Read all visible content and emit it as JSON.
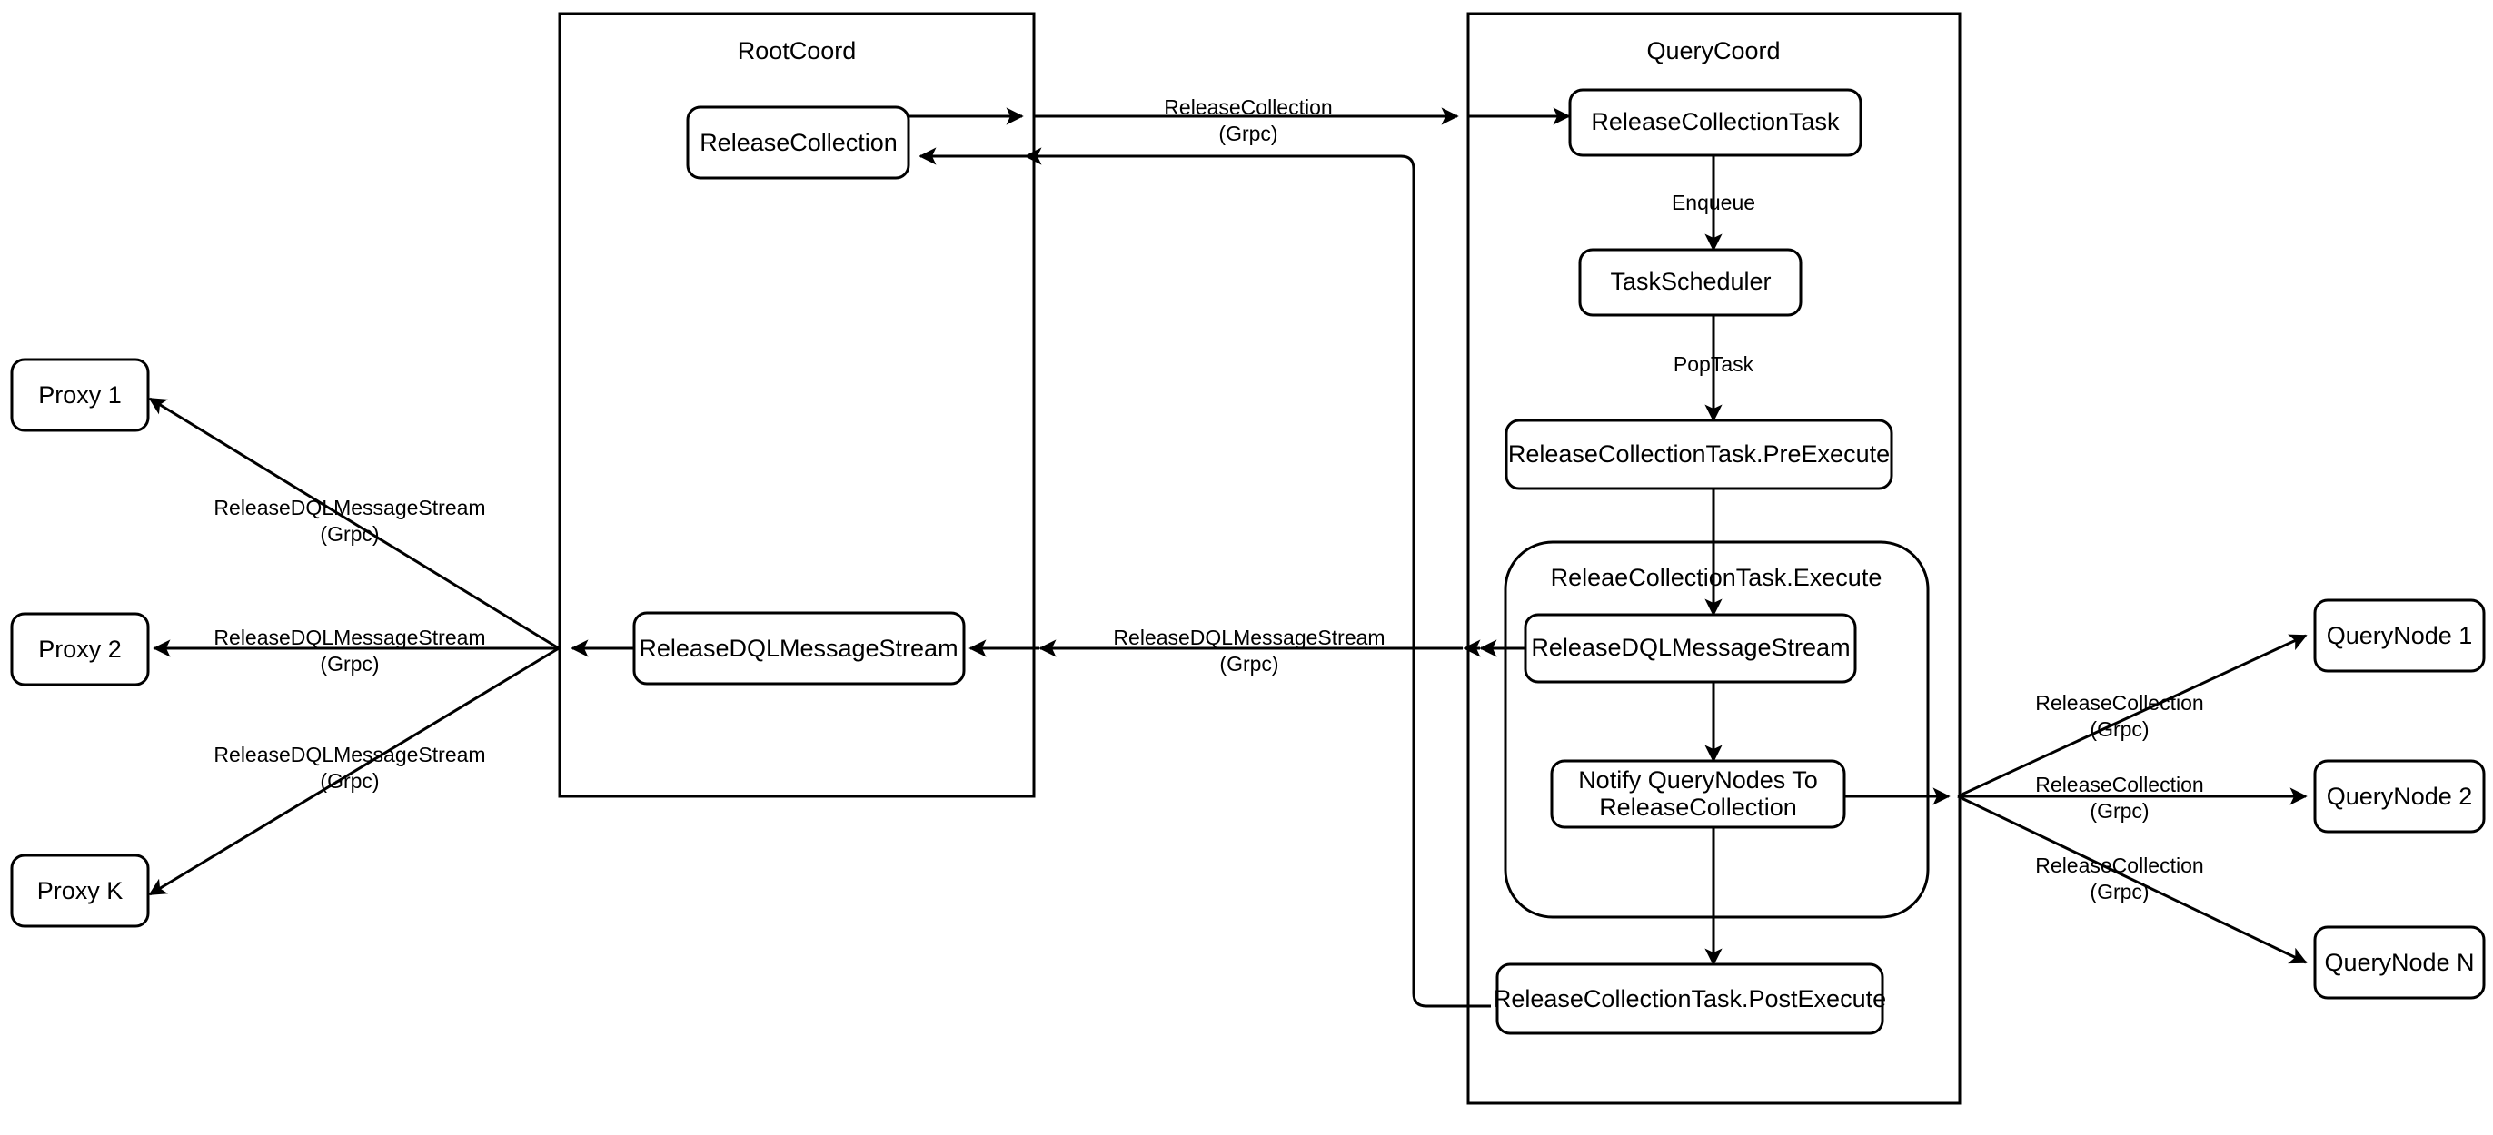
{
  "diagram": {
    "title": "Milvus ReleaseCollection flow",
    "background_color": "#ffffff",
    "stroke_color": "#000000",
    "containers": [
      {
        "id": "rootcoord",
        "label": "RootCoord"
      },
      {
        "id": "querycoord",
        "label": "QueryCoord"
      }
    ],
    "groups": [
      {
        "id": "execute-group",
        "label": "ReleaeCollectionTask.Execute"
      }
    ],
    "nodes": {
      "proxy_1": "Proxy 1",
      "proxy_2": "Proxy 2",
      "proxy_k": "Proxy K",
      "rootcoord_release_collection": "ReleaseCollection",
      "rootcoord_release_dql": "ReleaseDQLMessageStream",
      "release_collection_task": "ReleaseCollectionTask",
      "task_scheduler": "TaskScheduler",
      "pre_execute": "ReleaseCollectionTask.PreExecute",
      "execute_release_dql": "ReleaseDQLMessageStream",
      "notify_querynodes": "Notify QueryNodes To\nReleaseCollection",
      "notify_querynodes_line1": "Notify QueryNodes To",
      "notify_querynodes_line2": "ReleaseCollection",
      "post_execute": "ReleaseCollectionTask.PostExecute",
      "querynode_1": "QueryNode 1",
      "querynode_2": "QueryNode 2",
      "querynode_n": "QueryNode N"
    },
    "edge_labels": {
      "rc_grpc_line1": "ReleaseCollection",
      "rc_grpc_line2": "(Grpc)",
      "enqueue": "Enqueue",
      "poptask": "PopTask",
      "rdms_grpc_line1": "ReleaseDQLMessageStream",
      "rdms_grpc_line2": "(Grpc)",
      "proxy1_line1": "ReleaseDQLMessageStream",
      "proxy1_line2": "(Grpc)",
      "proxy2_line1": "ReleaseDQLMessageStream",
      "proxy2_line2": "(Grpc)",
      "proxyk_line1": "ReleaseDQLMessageStream",
      "proxyk_line2": "(Grpc)",
      "qn1_line1": "ReleaseCollection",
      "qn1_line2": "(Grpc)",
      "qn2_line1": "ReleaseCollection",
      "qn2_line2": "(Grpc)",
      "qnn_line1": "ReleaseCollection",
      "qnn_line2": "(Grpc)"
    }
  }
}
